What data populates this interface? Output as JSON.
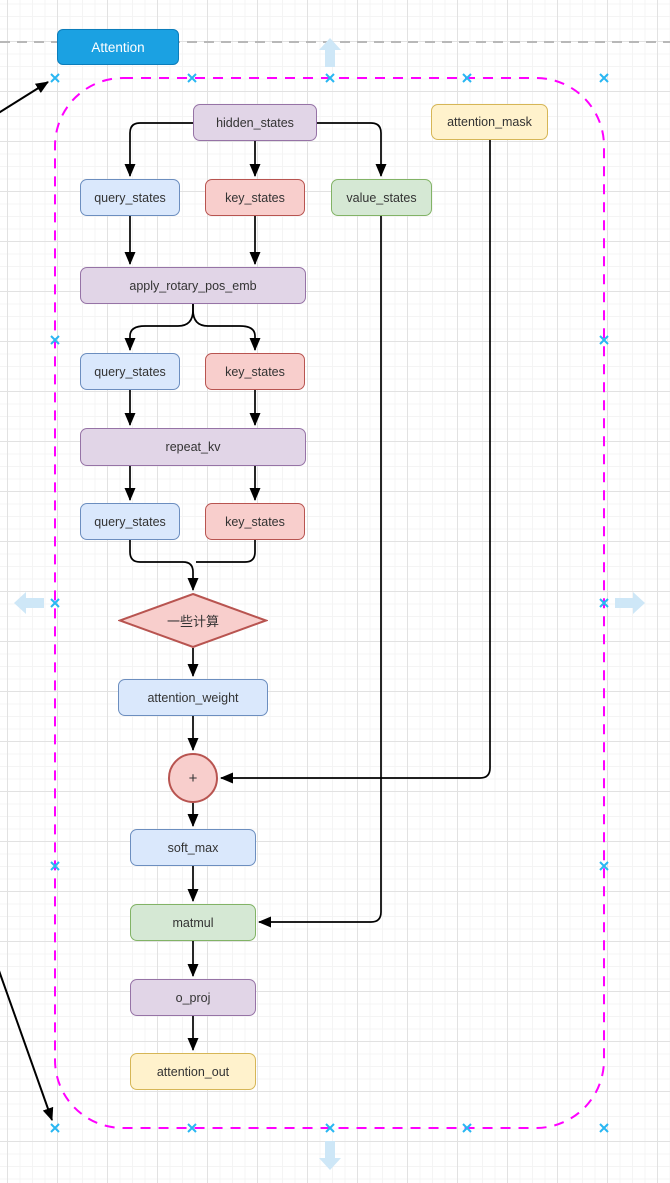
{
  "page": {
    "tab": {
      "label": "Attention"
    }
  },
  "diagram": {
    "selection_color": "#FF00FF",
    "handle_color": "#29B6F2",
    "edge_color": "#000000",
    "nav_arrow_color": "#CEE7F7",
    "page_line_color": "#B8B8B8",
    "nodes": {
      "hidden_states": {
        "label": "hidden_states",
        "palette": "purple"
      },
      "attention_mask": {
        "label": "attention_mask",
        "palette": "yellow"
      },
      "query_states_1": {
        "label": "query_states",
        "palette": "blue"
      },
      "key_states_1": {
        "label": "key_states",
        "palette": "red"
      },
      "value_states": {
        "label": "value_states",
        "palette": "green"
      },
      "apply_rotary_pos_emb": {
        "label": "apply_rotary_pos_emb",
        "palette": "purple"
      },
      "query_states_2": {
        "label": "query_states",
        "palette": "blue"
      },
      "key_states_2": {
        "label": "key_states",
        "palette": "red"
      },
      "repeat_kv": {
        "label": "repeat_kv",
        "palette": "purple"
      },
      "query_states_3": {
        "label": "query_states",
        "palette": "blue"
      },
      "key_states_3": {
        "label": "key_states",
        "palette": "red"
      },
      "some_computation": {
        "label": "一些计算",
        "palette": "red"
      },
      "attention_weight": {
        "label": "attention_weight",
        "palette": "blue"
      },
      "add_op": {
        "label": "+",
        "palette": "red"
      },
      "soft_max": {
        "label": "soft_max",
        "palette": "blue"
      },
      "matmul": {
        "label": "matmul",
        "palette": "green"
      },
      "o_proj": {
        "label": "o_proj",
        "palette": "purple"
      },
      "attention_out": {
        "label": "attention_out",
        "palette": "yellow"
      }
    },
    "palette": {
      "purple": {
        "fill": "#E1D5E7",
        "stroke": "#9673A6"
      },
      "blue": {
        "fill": "#DAE8FC",
        "stroke": "#6C8EBF"
      },
      "red": {
        "fill": "#F8CECC",
        "stroke": "#B85450"
      },
      "green": {
        "fill": "#D5E8D4",
        "stroke": "#82B366"
      },
      "yellow": {
        "fill": "#FFF2CC",
        "stroke": "#D6B656"
      },
      "tab_blue": {
        "fill": "#1BA1E2",
        "stroke": "#0B7DBB"
      }
    }
  }
}
